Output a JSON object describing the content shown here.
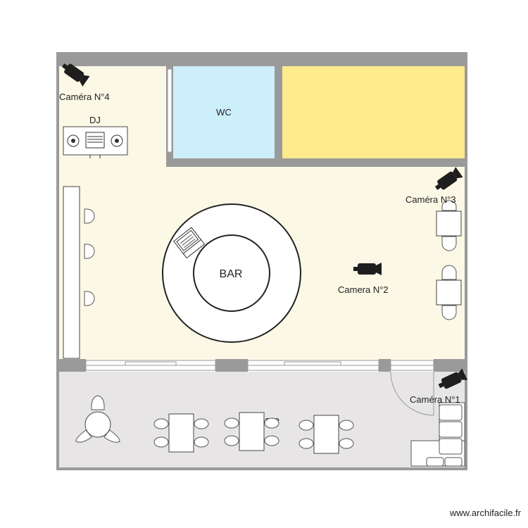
{
  "rooms": {
    "wc": "WC",
    "dj": "DJ",
    "bar": "BAR",
    "terrace": "Terrasse"
  },
  "cameras": {
    "cam1": "Caméra N°1",
    "cam2": "Camera N°2",
    "cam3": "Caméra N°3",
    "cam4": "Caméra N°4"
  },
  "colors": {
    "main_floor": "#fbf8e6",
    "wc_floor": "#cdeefb",
    "storage_floor": "#fdeb8d",
    "terrace_floor": "#e7e5e6",
    "walls": "#9a9a9a"
  },
  "watermark": "www.archifacile.fr"
}
